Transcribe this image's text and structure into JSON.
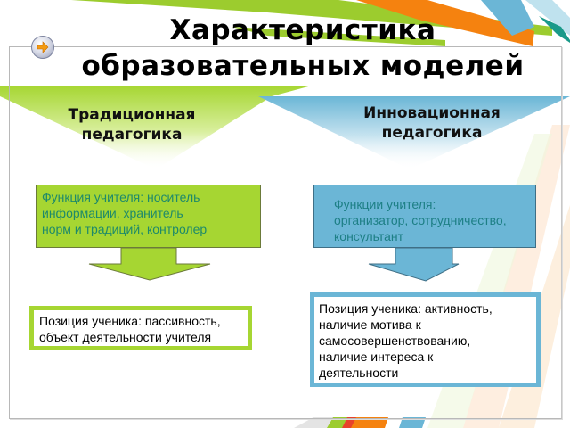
{
  "slide": {
    "title_line1": "Характеристика",
    "title_line2": "образовательных моделей",
    "nav_icon": "arrow-right-bullet-icon"
  },
  "left_column": {
    "heading_line1": "Традиционная",
    "heading_line2": "педагогика",
    "function_box": {
      "line1": "Функция учителя: носитель",
      "line2": "информации, хранитель",
      "line3": "норм и традиций, контролер"
    },
    "position_box": {
      "line1": "Позиция ученика: пассивность,",
      "line2": "объект деятельности учителя"
    },
    "accent_color": "#a6d632"
  },
  "right_column": {
    "heading_line1": "Инновационная",
    "heading_line2": "педагогика",
    "function_box": {
      "line1": "Функции учителя:",
      "line2": "организатор, сотрудничество,",
      "line3": "консультант"
    },
    "position_box": {
      "line1": "Позиция ученика: активность,",
      "line2": "наличие мотива к",
      "line3": "самосовершенствованию,",
      "line4": "наличие интереса к",
      "line5": "деятельности"
    },
    "accent_color": "#6bb6d6"
  },
  "decor_colors": {
    "green": "#9ccc2e",
    "orange": "#f5820f",
    "blue": "#6bb6d6",
    "teal": "#1a9a8a",
    "red": "#e8432a"
  }
}
